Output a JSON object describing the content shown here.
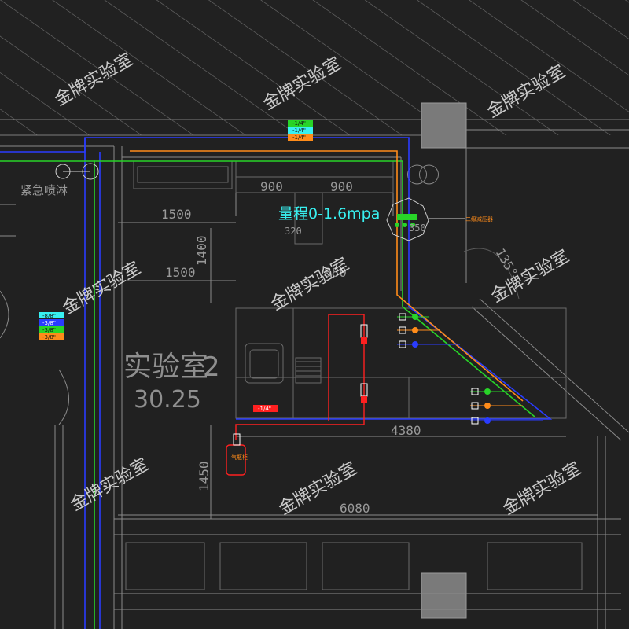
{
  "watermark": "金牌实验室",
  "room": {
    "name": "实验室",
    "number": "2",
    "area": "30.25"
  },
  "shower_label": "紧急喷淋",
  "gauge": {
    "range_label": "量程0-1.6mpa",
    "callout": "二级减压器"
  },
  "dimensions": {
    "top_900_left": "900",
    "top_900_right": "900",
    "d1500_top": "1500",
    "d1500_mid": "1500",
    "d1400": "1400",
    "d4380": "4380",
    "d1450": "1450",
    "d6080": "6080",
    "d350": "350",
    "d320": "320",
    "angle": "135°",
    "d880": "880"
  },
  "pipe_tags": {
    "top": [
      "-1/4\"",
      "-1/4\"",
      "-1/4\""
    ],
    "left": [
      "-8/8\"",
      "-3/8\"",
      "-3/8\"",
      "-3/8\""
    ],
    "bottom": [
      "-1/4\""
    ]
  },
  "cabinet_label": "气瓶柜",
  "colors": {
    "background": "#212121",
    "blue_pipe": "#2a3cff",
    "green_pipe": "#28d428",
    "orange_pipe": "#ff8c1a",
    "red_pipe": "#ff2020",
    "cyan_text": "#38f0f0",
    "wall_block": "#7a7a7a"
  }
}
